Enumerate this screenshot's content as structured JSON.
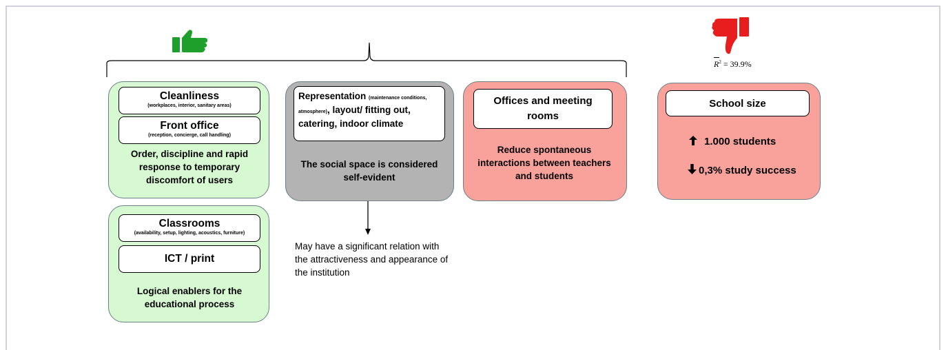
{
  "colors": {
    "thumbs_up": "#1e9e2a",
    "thumbs_down": "#e81d1d",
    "green_card": "#d6f9d2",
    "grey_card": "#b3b3b3",
    "red_card": "#f9a29c"
  },
  "icons": {
    "positive": "thumbs-up-icon",
    "negative": "thumbs-down-icon"
  },
  "r2": {
    "symbol": "R",
    "power": "2",
    "value": "= 39.9%"
  },
  "cleanliness": {
    "title": "Cleanliness",
    "subtitle": "(workplaces, interior, sanitary areas)"
  },
  "front_office": {
    "title": "Front office",
    "subtitle": "(reception, concierge, call handling)"
  },
  "green_top_caption": "Order, discipline and rapid response to temporary discomfort of users",
  "classrooms": {
    "title": "Classrooms",
    "subtitle": "(availability, setup, lighting, acoustics, furniture)"
  },
  "ict": {
    "title": "ICT / print"
  },
  "green_bottom_caption": "Logical enablers for the educational process",
  "representation": {
    "title": "Representation",
    "detail": "(maintenance conditions, atmosphere)",
    "rest": ", layout/ fitting out, catering, indoor climate"
  },
  "grey_caption": "The social space is considered self-evident",
  "grey_note": "May have a significant relation with the attractiveness and appearance of the institution",
  "offices": {
    "title": "Offices and meeting rooms"
  },
  "offices_caption": "Reduce spontaneous interactions between teachers and students",
  "school_size": {
    "title": "School size",
    "line1": "1.000 students",
    "line2": "0,3% study success"
  }
}
